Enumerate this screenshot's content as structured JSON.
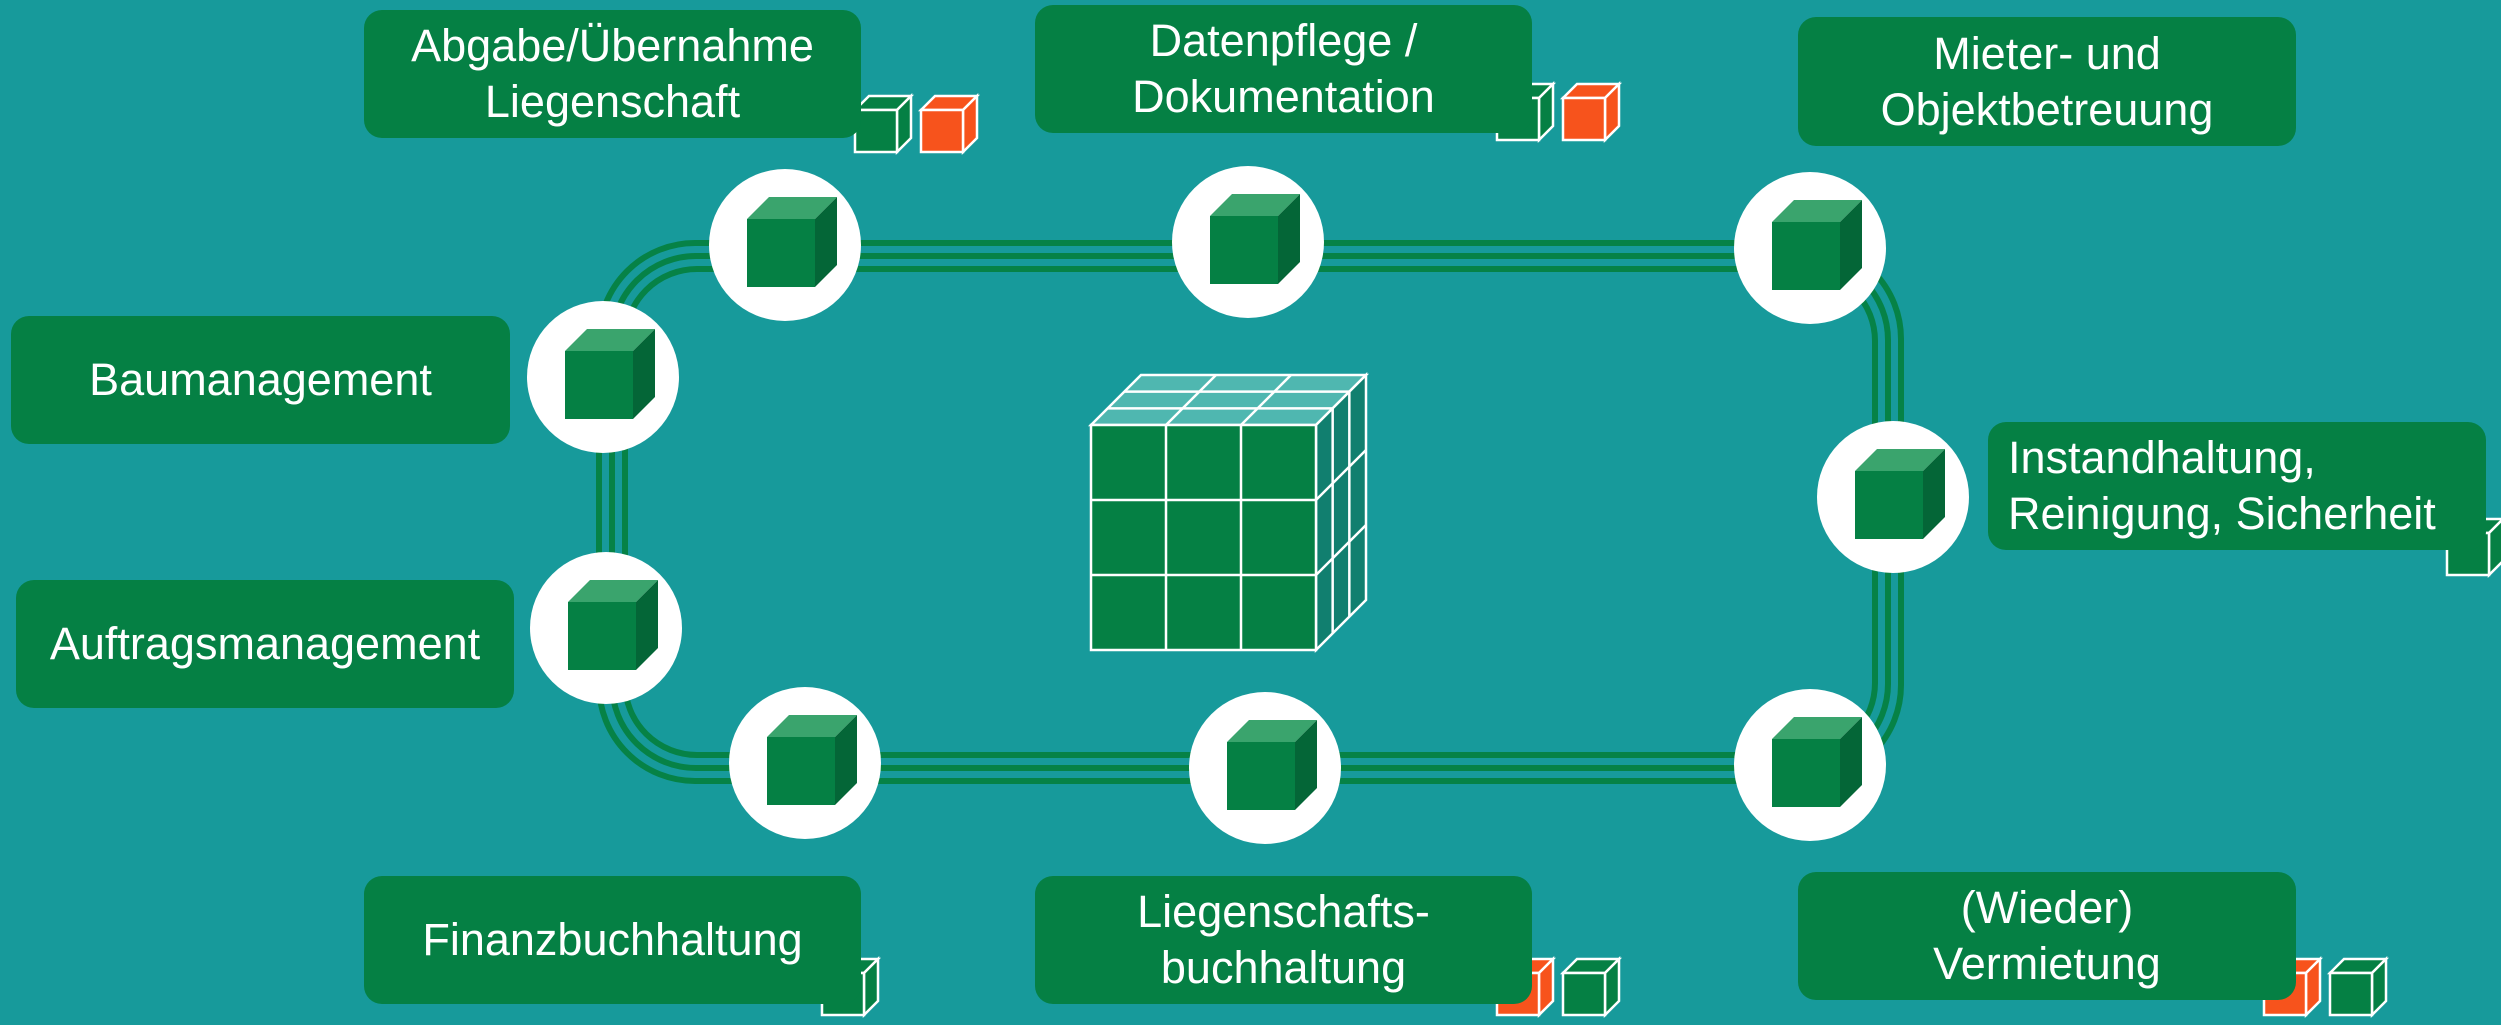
{
  "diagram": {
    "colors": {
      "background": "#179a9b",
      "box": "#058044",
      "cube_front": "#058044",
      "cube_top": "#3aa46d",
      "cube_side": "#046637",
      "node_circle": "#ffffff",
      "track": "#068246",
      "badge_green": "#058044",
      "badge_orange": "#f7531c",
      "central_cube_top": "#4fb7b0"
    },
    "nodes": [
      {
        "id": "abgabe",
        "lines": [
          "Abgabe/Übernahme",
          "Liegenschaft"
        ],
        "badges": [
          "green",
          "orange"
        ]
      },
      {
        "id": "datenpflege",
        "lines": [
          "Datenpflege /",
          "Dokumentation"
        ],
        "badges": [
          "green",
          "orange"
        ]
      },
      {
        "id": "mieter",
        "lines": [
          "Mieter- und",
          "Objektbetreuung"
        ],
        "badges": []
      },
      {
        "id": "baumanagement",
        "lines": [
          "Baumanagement"
        ],
        "badges": []
      },
      {
        "id": "instandhaltung",
        "lines": [
          "Instandhaltung,",
          "Reinigung, Sicherheit"
        ],
        "badges": [
          "green"
        ]
      },
      {
        "id": "auftragsmanagement",
        "lines": [
          "Auftragsmanagement"
        ],
        "badges": []
      },
      {
        "id": "finanzbuchhaltung",
        "lines": [
          "Finanzbuchhaltung"
        ],
        "badges": [
          "green"
        ]
      },
      {
        "id": "liegenschaftsbuchhaltung",
        "lines": [
          "Liegenschafts-",
          "buchhaltung"
        ],
        "badges": [
          "orange",
          "green"
        ]
      },
      {
        "id": "vermietung",
        "lines": [
          "(Wieder)",
          "Vermietung"
        ],
        "badges": [
          "orange",
          "green"
        ]
      }
    ]
  }
}
